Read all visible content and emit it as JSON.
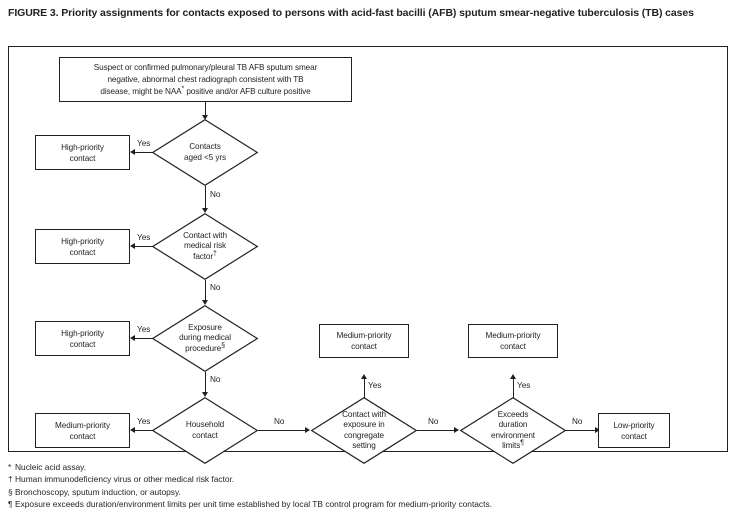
{
  "figure": {
    "title": "FIGURE 3. Priority assignments for contacts exposed to persons with acid-fast bacilli (AFB) sputum smear-negative tuberculosis (TB) cases"
  },
  "chart_data": {
    "type": "diagram",
    "subtype": "flowchart",
    "title": "FIGURE 3. Priority assignments for contacts exposed to persons with acid-fast bacilli (AFB) sputum smear-negative tuberculosis (TB) cases",
    "nodes": [
      {
        "id": "start",
        "shape": "rectangle",
        "text": "Suspect or confirmed pulmonary/pleural TB AFB sputum smear negative, abnormal chest radiograph consistent with TB disease, might be NAA* positive and/or AFB culture positive"
      },
      {
        "id": "d1",
        "shape": "diamond",
        "text": "Contacts aged <5 yrs"
      },
      {
        "id": "d2",
        "shape": "diamond",
        "text": "Contact with medical risk factor†"
      },
      {
        "id": "d3",
        "shape": "diamond",
        "text": "Exposure during medical procedure§"
      },
      {
        "id": "d4",
        "shape": "diamond",
        "text": "Household contact"
      },
      {
        "id": "d5",
        "shape": "diamond",
        "text": "Contact with exposure in congregate setting"
      },
      {
        "id": "d6",
        "shape": "diamond",
        "text": "Exceeds duration environment limits¶"
      },
      {
        "id": "h1",
        "shape": "rectangle",
        "text": "High-priority contact"
      },
      {
        "id": "h2",
        "shape": "rectangle",
        "text": "High-priority contact"
      },
      {
        "id": "h3",
        "shape": "rectangle",
        "text": "High-priority contact"
      },
      {
        "id": "m1",
        "shape": "rectangle",
        "text": "Medium-priority contact"
      },
      {
        "id": "m2",
        "shape": "rectangle",
        "text": "Medium-priority contact"
      },
      {
        "id": "m3",
        "shape": "rectangle",
        "text": "Medium-priority contact"
      },
      {
        "id": "low",
        "shape": "rectangle",
        "text": "Low-priority contact"
      }
    ],
    "edges": [
      {
        "from": "start",
        "to": "d1",
        "label": ""
      },
      {
        "from": "d1",
        "to": "h1",
        "label": "Yes"
      },
      {
        "from": "d1",
        "to": "d2",
        "label": "No"
      },
      {
        "from": "d2",
        "to": "h2",
        "label": "Yes"
      },
      {
        "from": "d2",
        "to": "d3",
        "label": "No"
      },
      {
        "from": "d3",
        "to": "h3",
        "label": "Yes"
      },
      {
        "from": "d3",
        "to": "d4",
        "label": "No"
      },
      {
        "from": "d4",
        "to": "m1",
        "label": "Yes"
      },
      {
        "from": "d4",
        "to": "d5",
        "label": "No"
      },
      {
        "from": "d5",
        "to": "m2",
        "label": "Yes"
      },
      {
        "from": "d5",
        "to": "d6",
        "label": "No"
      },
      {
        "from": "d6",
        "to": "m3",
        "label": "Yes"
      },
      {
        "from": "d6",
        "to": "low",
        "label": "No"
      }
    ]
  },
  "nodes": {
    "start": {
      "line1": "Suspect or confirmed pulmonary/pleural TB AFB sputum smear",
      "line2": "negative, abnormal chest radiograph consistent with TB",
      "line3_pre": "disease, might be NAA",
      "line3_sup": "*",
      "line3_post": " positive and/or AFB culture positive"
    },
    "d1": {
      "line1": "Contacts",
      "line2": "aged <5 yrs"
    },
    "d2": {
      "line1": "Contact with",
      "line2": "medical risk",
      "line3": "factor",
      "sup": "†"
    },
    "d3": {
      "line1": "Exposure",
      "line2": "during medical",
      "line3": "procedure",
      "sup": "§"
    },
    "d4": {
      "line1": "Household",
      "line2": "contact"
    },
    "d5": {
      "line1": "Contact with",
      "line2": "exposure in",
      "line3": "congregate",
      "line4": "setting"
    },
    "d6": {
      "line1": "Exceeds",
      "line2": "duration",
      "line3": "environment",
      "line4": "limits",
      "sup": "¶"
    },
    "high1": {
      "line1": "High-priority",
      "line2": "contact"
    },
    "high2": {
      "line1": "High-priority",
      "line2": "contact"
    },
    "high3": {
      "line1": "High-priority",
      "line2": "contact"
    },
    "med1": {
      "line1": "Medium-priority",
      "line2": "contact"
    },
    "med2": {
      "line1": "Medium-priority",
      "line2": "contact"
    },
    "med3": {
      "line1": "Medium-priority",
      "line2": "contact"
    },
    "low": {
      "line1": "Low-priority",
      "line2": "contact"
    }
  },
  "edge_labels": {
    "yes1": "Yes",
    "no1": "No",
    "yes2": "Yes",
    "no2": "No",
    "yes3": "Yes",
    "no3": "No",
    "yes4": "Yes",
    "no4": "No",
    "yes5": "Yes",
    "no5": "No",
    "yes6": "Yes",
    "no6": "No"
  },
  "footnotes": [
    {
      "symbol": "*",
      "text": "Nucleic acid assay."
    },
    {
      "symbol": "†",
      "text": "Human immunodeficiency virus or other medical risk factor."
    },
    {
      "symbol": "§",
      "text": "Bronchoscopy, sputum induction, or autopsy."
    },
    {
      "symbol": "¶",
      "text": "Exposure exceeds duration/environment limits per unit time established by local TB control program for medium-priority contacts."
    }
  ],
  "colors": {
    "ink": "#231f20",
    "background": "#ffffff"
  }
}
